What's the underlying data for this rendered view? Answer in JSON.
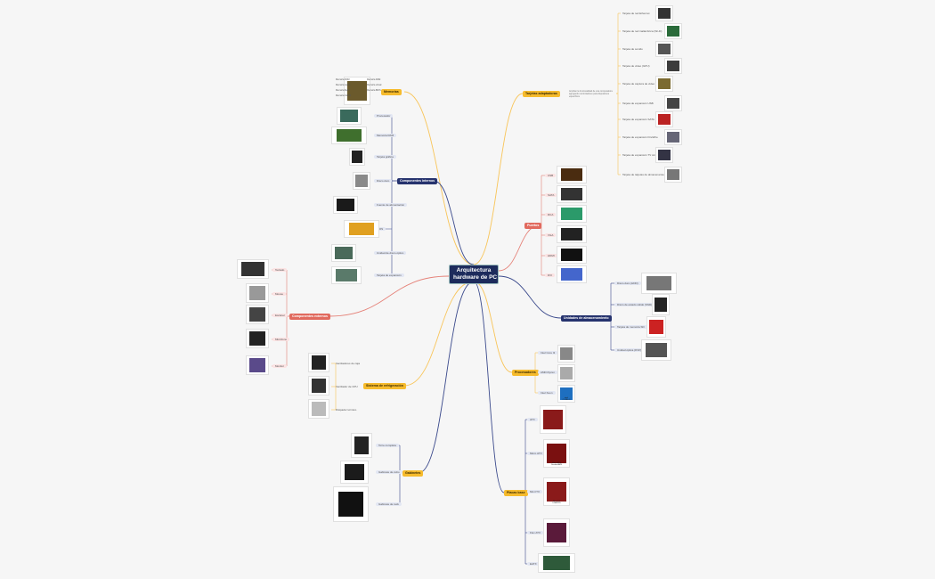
{
  "colors": {
    "root": "#1d2b5c",
    "blue_topic": "#26336e",
    "red_topic": "#e16a5e",
    "yellow_topic": "#f6bb2d",
    "blue_line": "#3b4a8c",
    "red_line": "#e58279",
    "yellow_line": "#f8c55a",
    "background": "#f6f6f6"
  },
  "root": {
    "line1": "Arquitectura",
    "line2": "hardware de PC"
  },
  "topics": {
    "tarjetas": "Tarjetas adaptadoras",
    "tarjetas_desc": "Amplían la funcionalidad de una computadora agregando controladores para dispositivos específicos",
    "memorias": "Memorias",
    "componentes_internos": "Componentes internos",
    "puertos": "Puertos",
    "unidades": "Unidades de almacenamiento",
    "componentes_externos": "Componentes externos",
    "sistema_refrigeracion": "Sistema de refrigeración",
    "procesadores": "Procesadores",
    "gabinetes": "Gabinetes",
    "placas_base": "Placas base"
  },
  "tarjetas_items": [
    "Tarjeta de red Ethernet",
    "Tarjeta de red inalámbrica (Wi-Fi)",
    "Tarjeta de sonido",
    "Tarjeta de video (GPU)",
    "Tarjeta de captura de video",
    "Tarjeta de expansión USB",
    "Tarjeta de expansión SATA",
    "Tarjeta de expansión FireWire",
    "Tarjeta de expansión TV sintonizador",
    "Tarjeta de tarjetas de almacenamiento (SD)"
  ],
  "memorias_items": [
    "Memoria ROM",
    "Memoria RAM",
    "Memoria caché",
    "Memoria virtual",
    "Memoria flash",
    "Memoria BIOS",
    "Memoria CMOS"
  ],
  "internos_items": [
    "Procesador",
    "Memoria RAM",
    "Tarjeta gráfica",
    "Disco duro",
    "Fuente de alimentación",
    "BIOS",
    "Unidad de disco óptico",
    "Tarjeta de expansión"
  ],
  "puertos_items": [
    "USB",
    "SATA",
    "RCA",
    "VGA",
    "HDMI",
    "DVI"
  ],
  "unidades_items": [
    "Disco duro (HDD)",
    "Disco de estado sólido (SSD)",
    "Tarjeta de memoria SD",
    "Unidad óptica (DVD)"
  ],
  "externos_items": [
    "Teclado",
    "Mouse",
    "Escáner",
    "Micrófono",
    "Monitor"
  ],
  "refrigeracion_items": [
    "Ventiladores de caja",
    "Ventilador de CPU",
    "Disipador térmico"
  ],
  "procesadores_items": [
    "Intel Core i3",
    "AMD Ryzen",
    "Intel Xeon"
  ],
  "gabinetes_items": [
    "Torre completa",
    "Gabinete de cubo",
    "Gabinete de rack"
  ],
  "placas_items": [
    "ATX",
    "Micro ATX",
    "Mini ITX",
    "Flex ATX",
    "EATX"
  ],
  "placas_captions": [
    "",
    "Micro ATX\nSocket AM3",
    "Mini-ITX\nLGA1155",
    "",
    ""
  ],
  "intel_label": "intel\nCORE i3"
}
